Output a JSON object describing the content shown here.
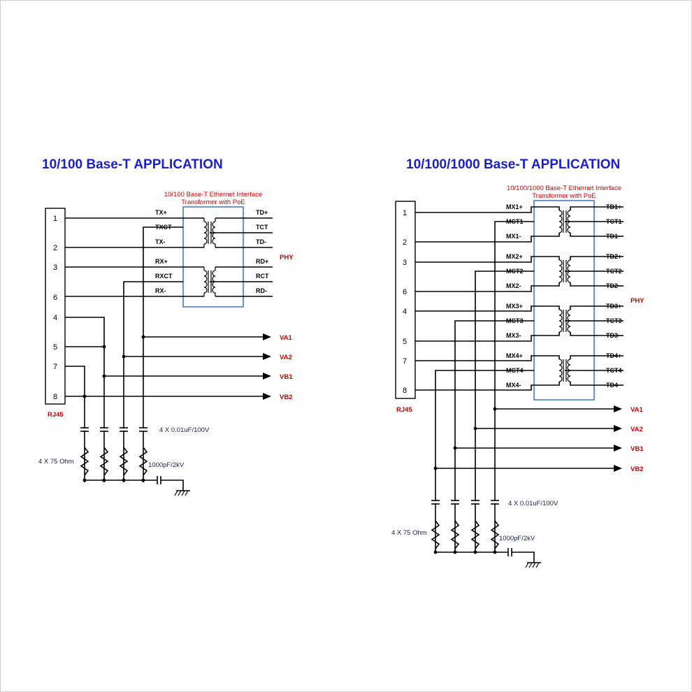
{
  "left": {
    "title": "10/100  Base-T  APPLICATION",
    "transformer_caption_1": "10/100 Base-T Ethernet Interface",
    "transformer_caption_2": "Transformer with PoE",
    "connector_label": "RJ45",
    "pins": [
      "1",
      "2",
      "3",
      "6",
      "4",
      "5",
      "7",
      "8"
    ],
    "left_signals": [
      "TX+",
      "TXCT",
      "TX-",
      "RX+",
      "RXCT",
      "RX-"
    ],
    "right_signals": [
      "TD+",
      "TCT",
      "TD-",
      "RD+",
      "RCT",
      "RD-"
    ],
    "phy_label": "PHY",
    "outputs": [
      "VA1",
      "VA2",
      "VB1",
      "VB2"
    ],
    "cap_label": "4 X 0.01uF/100V",
    "res_label": "4 X 75 Ohm",
    "hv_cap_label": "1000pF/2kV"
  },
  "right": {
    "title": "10/100/1000  Base-T  APPLICATION",
    "transformer_caption_1": "10/100/1000 Base-T Ethernet Interface",
    "transformer_caption_2": "Transformer with PoE",
    "connector_label": "RJ45",
    "pins": [
      "1",
      "2",
      "3",
      "6",
      "4",
      "5",
      "7",
      "8"
    ],
    "left_signals": [
      "MX1+",
      "MCT1",
      "MX1-",
      "MX2+",
      "MCT2",
      "MX2-",
      "MX3+",
      "MCT3",
      "MX3-",
      "MX4+",
      "MCT4",
      "MX4-"
    ],
    "right_signals": [
      "TD1+",
      "TCT1",
      "TD1-",
      "TD2+",
      "TCT2",
      "TD2-",
      "TD3+",
      "TCT3",
      "TD3-",
      "TD4+",
      "TCT4",
      "TD4-"
    ],
    "phy_label": "PHY",
    "outputs": [
      "VA1",
      "VA2",
      "VB1",
      "VB2"
    ],
    "cap_label": "4 X 0.01uF/100V",
    "res_label": "4 X 75 Ohm",
    "hv_cap_label": "1000pF/2kV"
  }
}
